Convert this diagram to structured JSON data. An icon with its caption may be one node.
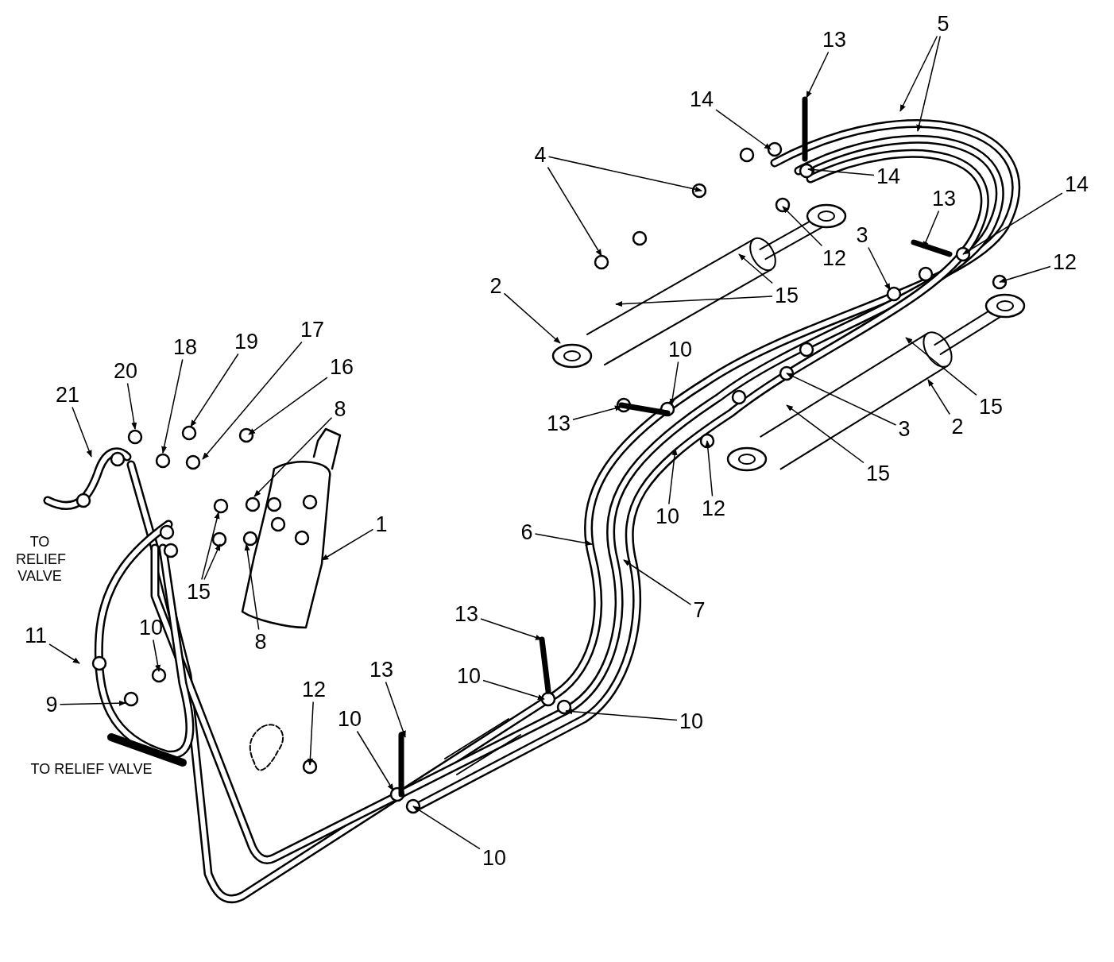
{
  "diagram": {
    "nodes": [
      {
        "text": [
          "13"
        ]
      },
      {
        "text": [
          "5"
        ]
      },
      {
        "text": [
          "14"
        ]
      },
      {
        "text": [
          "4"
        ]
      },
      {
        "text": [
          "14"
        ]
      },
      {
        "text": [
          "14"
        ]
      },
      {
        "text": [
          "13"
        ]
      },
      {
        "text": [
          "12"
        ]
      },
      {
        "text": [
          "3"
        ]
      },
      {
        "text": [
          "12"
        ]
      },
      {
        "text": [
          "2"
        ]
      },
      {
        "text": [
          "15"
        ]
      },
      {
        "text": [
          "15"
        ]
      },
      {
        "text": [
          "3"
        ]
      },
      {
        "text": [
          "2"
        ]
      },
      {
        "text": [
          "15"
        ]
      },
      {
        "text": [
          "10"
        ]
      },
      {
        "text": [
          "13"
        ]
      },
      {
        "text": [
          "10"
        ]
      },
      {
        "text": [
          "12"
        ]
      },
      {
        "text": [
          "6"
        ]
      },
      {
        "text": [
          "7"
        ]
      },
      {
        "text": [
          "13"
        ]
      },
      {
        "text": [
          "10"
        ]
      },
      {
        "text": [
          "10"
        ]
      },
      {
        "text": [
          "13"
        ]
      },
      {
        "text": [
          "10"
        ]
      },
      {
        "text": [
          "10"
        ]
      },
      {
        "text": [
          "12"
        ]
      },
      {
        "text": [
          "11"
        ]
      },
      {
        "text": [
          "10"
        ]
      },
      {
        "text": [
          "9"
        ]
      },
      {
        "text": [
          "1"
        ]
      },
      {
        "text": [
          "8"
        ]
      },
      {
        "text": [
          "8"
        ]
      },
      {
        "text": [
          "15"
        ]
      },
      {
        "text": [
          "16"
        ]
      },
      {
        "text": [
          "17"
        ]
      },
      {
        "text": [
          "18"
        ]
      },
      {
        "text": [
          "19"
        ]
      },
      {
        "text": [
          "20"
        ]
      },
      {
        "text": [
          "21"
        ]
      }
    ],
    "edges": [
      {
        "from": 0,
        "to": null,
        "arrow": "to"
      },
      {
        "from": 1,
        "to": null,
        "arrow": "to"
      },
      {
        "from": 1,
        "to": null,
        "arrow": "to"
      },
      {
        "from": 2,
        "to": null,
        "arrow": "to"
      },
      {
        "from": 3,
        "to": null,
        "arrow": "to"
      },
      {
        "from": 3,
        "to": null,
        "arrow": "to"
      },
      {
        "from": 4,
        "to": null,
        "arrow": "to"
      },
      {
        "from": 5,
        "to": null,
        "arrow": "to"
      },
      {
        "from": 6,
        "to": null,
        "arrow": "to"
      },
      {
        "from": 7,
        "to": null,
        "arrow": "to"
      },
      {
        "from": 8,
        "to": null,
        "arrow": "to"
      },
      {
        "from": 9,
        "to": null,
        "arrow": "to"
      },
      {
        "from": 10,
        "to": null,
        "arrow": "to"
      },
      {
        "from": 11,
        "to": null,
        "arrow": "to"
      },
      {
        "from": 11,
        "to": null,
        "arrow": "to"
      },
      {
        "from": 12,
        "to": null,
        "arrow": "to"
      },
      {
        "from": 13,
        "to": null,
        "arrow": "to"
      },
      {
        "from": 14,
        "to": null,
        "arrow": "to"
      },
      {
        "from": 15,
        "to": null,
        "arrow": "to"
      },
      {
        "from": 16,
        "to": null,
        "arrow": "to"
      },
      {
        "from": 17,
        "to": null,
        "arrow": "to"
      },
      {
        "from": 18,
        "to": null,
        "arrow": "to"
      },
      {
        "from": 19,
        "to": null,
        "arrow": "to"
      },
      {
        "from": 20,
        "to": null,
        "arrow": "to"
      },
      {
        "from": 21,
        "to": null,
        "arrow": "to"
      },
      {
        "from": 22,
        "to": null,
        "arrow": "to"
      },
      {
        "from": 23,
        "to": null,
        "arrow": "to"
      },
      {
        "from": 24,
        "to": null,
        "arrow": "to"
      },
      {
        "from": 25,
        "to": null,
        "arrow": "to"
      },
      {
        "from": 26,
        "to": null,
        "arrow": "to"
      },
      {
        "from": 27,
        "to": null,
        "arrow": "to"
      },
      {
        "from": 28,
        "to": null,
        "arrow": "to"
      },
      {
        "from": 29,
        "to": null,
        "arrow": "to"
      },
      {
        "from": 30,
        "to": null,
        "arrow": "to"
      },
      {
        "from": 31,
        "to": null,
        "arrow": "to"
      },
      {
        "from": 32,
        "to": null,
        "arrow": "to"
      },
      {
        "from": 33,
        "to": null,
        "arrow": "to"
      },
      {
        "from": 34,
        "to": null,
        "arrow": "to"
      },
      {
        "from": 35,
        "to": null,
        "arrow": "to"
      },
      {
        "from": 35,
        "to": null,
        "arrow": "to"
      },
      {
        "from": 36,
        "to": null,
        "arrow": "to"
      },
      {
        "from": 37,
        "to": null,
        "arrow": "to"
      },
      {
        "from": 38,
        "to": null,
        "arrow": "to"
      },
      {
        "from": 39,
        "to": null,
        "arrow": "to"
      },
      {
        "from": 40,
        "to": null,
        "arrow": "to"
      },
      {
        "from": 41,
        "to": null,
        "arrow": "to"
      }
    ],
    "labels": [
      "TO RELIEF VALVE",
      "TO RELIEF VALVE"
    ]
  }
}
